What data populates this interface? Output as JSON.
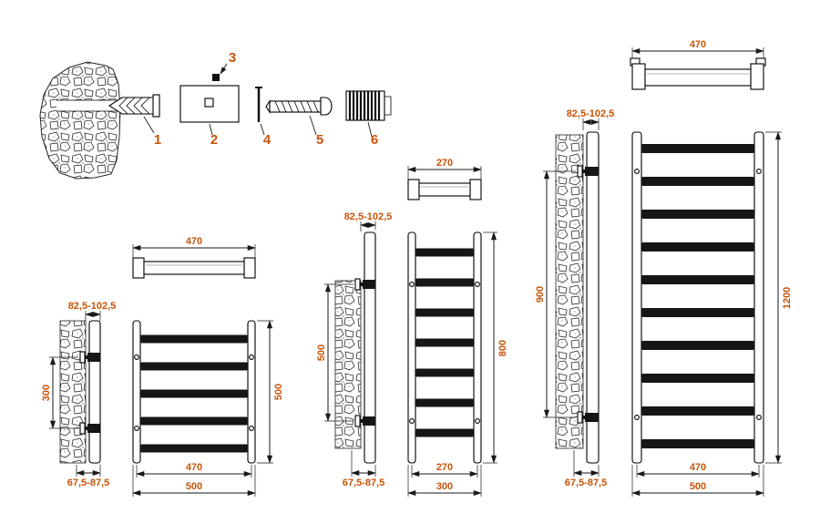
{
  "colors": {
    "dimension_text": "#c85408",
    "line": "#000000",
    "background": "#ffffff"
  },
  "hardware": {
    "part1": "1",
    "part2": "2",
    "part3": "3",
    "part4": "4",
    "part5": "5",
    "part6": "6"
  },
  "small": {
    "rail_width": "470",
    "wall_offset": "82,5-102,5",
    "bracket_span": "300",
    "height": "500",
    "width_inner": "470",
    "width_outer": "500",
    "bottom_offset": "67,5-87,5"
  },
  "medium": {
    "rail_width": "270",
    "wall_offset": "82,5-102,5",
    "bracket_span": "500",
    "height": "800",
    "width_inner": "270",
    "width_outer": "300",
    "bottom_offset": "67,5-87,5"
  },
  "large": {
    "rail_width": "470",
    "wall_offset": "82,5-102,5",
    "bracket_span": "900",
    "height": "1200",
    "width_inner": "470",
    "width_outer": "500",
    "bottom_offset": "67,5-87,5"
  }
}
